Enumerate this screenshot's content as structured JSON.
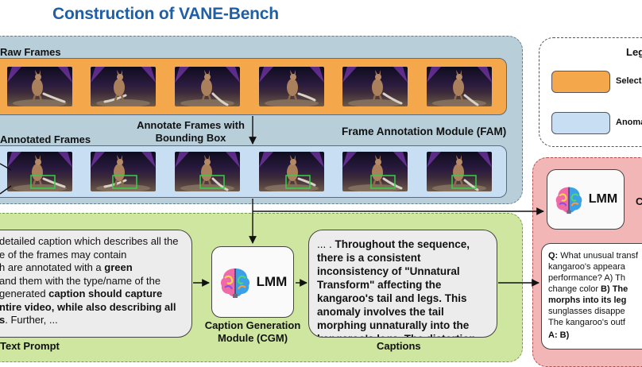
{
  "title": "Construction of VANE-Bench",
  "fam": {
    "raw_frames_label": "Raw Frames",
    "annotated_frames_label": "Annotated Frames",
    "annotate_step_line1": "Annotate Frames with",
    "annotate_step_line2": "Bounding Box",
    "module_label": "Frame Annotation Module (FAM)"
  },
  "cgm": {
    "prompt_lines": [
      {
        "parts": [
          {
            "t": "detailed caption which describes all the",
            "b": false
          }
        ]
      },
      {
        "parts": [
          {
            "t": "e of the frames may contain",
            "b": false
          }
        ]
      },
      {
        "parts": [
          {
            "t": "h are annotated with a ",
            "b": false
          },
          {
            "t": "green",
            "b": true
          }
        ]
      },
      {
        "parts": [
          {
            "t": "and them with the type/name of the",
            "b": false
          }
        ]
      },
      {
        "parts": [
          {
            "t": "generated ",
            "b": false
          },
          {
            "t": "caption should capture",
            "b": true
          }
        ]
      },
      {
        "parts": [
          {
            "t": "ntire video, while also describing all",
            "b": true
          }
        ]
      },
      {
        "parts": [
          {
            "t": "s",
            "b": true
          },
          {
            "t": ". Further, ...",
            "b": false
          }
        ]
      }
    ],
    "prompt_label": "Text Prompt",
    "lmm_label": "LMM",
    "module_label_line1": "Caption Generation",
    "module_label_line2": "Module (CGM)",
    "caption_lead": "... . ",
    "caption_body": "Throughout the sequence, there is a consistent inconsistency of \"Unnatural Transform\" affecting the kangaroo's tail and legs. This anomaly involves the tail morphing unnaturally into the kangaroo's legs. The distortion ....",
    "captions_label": "Captions"
  },
  "legend": {
    "title": "Leg",
    "items": [
      {
        "label": "Select",
        "color": "#f5a74b"
      },
      {
        "label": "Anoma",
        "color": "#c8dff3"
      }
    ]
  },
  "qa": {
    "lmm_label": "LMM",
    "side_letter": "C",
    "question_lines": [
      {
        "parts": [
          {
            "t": "Q: ",
            "b": true
          },
          {
            "t": "What unusual transf",
            "b": false
          }
        ]
      },
      {
        "parts": [
          {
            "t": "kangaroo's appeara",
            "b": false
          }
        ]
      },
      {
        "parts": [
          {
            "t": "performance? A) Th",
            "b": false
          }
        ]
      },
      {
        "parts": [
          {
            "t": "change color ",
            "b": false
          },
          {
            "t": "B) The",
            "b": true
          }
        ]
      },
      {
        "parts": [
          {
            "t": "morphs into its leg",
            "b": true
          }
        ]
      },
      {
        "parts": [
          {
            "t": "sunglasses disappe",
            "b": false
          }
        ]
      },
      {
        "parts": [
          {
            "t": "The kangaroo's outf",
            "b": false
          }
        ]
      }
    ],
    "answer_line": "A:  B)"
  },
  "colors": {
    "title": "#1f5fa6",
    "raw_strip": "#f5a74b",
    "annotated_strip": "#c8dff3",
    "fam_panel": "#b8cfda",
    "cgm_panel": "#cfe6a0",
    "red_panel": "#f2b6b6"
  }
}
